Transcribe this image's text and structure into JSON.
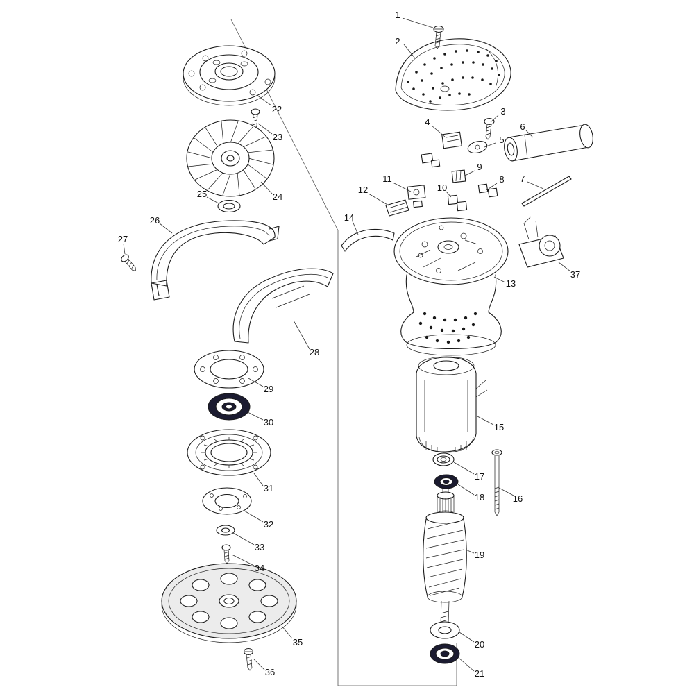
{
  "parts": [
    "1",
    "2",
    "3",
    "4",
    "5",
    "6",
    "7",
    "8",
    "9",
    "10",
    "11",
    "12",
    "13",
    "14",
    "15",
    "16",
    "17",
    "18",
    "19",
    "20",
    "21",
    "22",
    "23",
    "24",
    "25",
    "26",
    "27",
    "28",
    "29",
    "30",
    "31",
    "32",
    "33",
    "34",
    "35",
    "36",
    "37"
  ]
}
